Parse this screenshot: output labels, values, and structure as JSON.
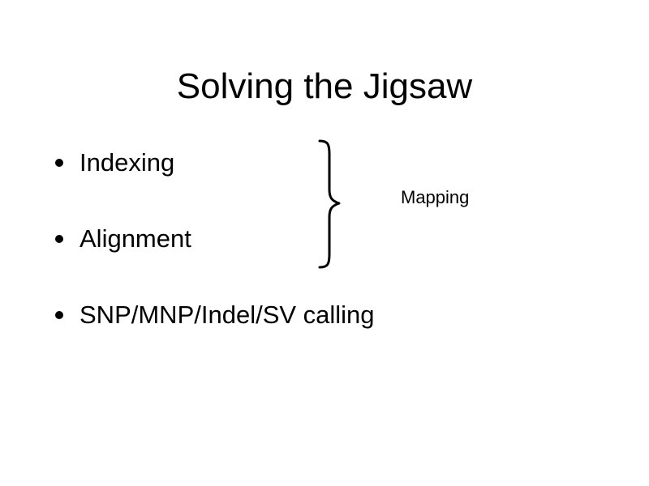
{
  "slide": {
    "title": "Solving the Jigsaw",
    "bullets": [
      {
        "text": "Indexing"
      },
      {
        "text": "Alignment"
      },
      {
        "text": "SNP/MNP/Indel/SV calling"
      }
    ],
    "brace_label": "Mapping",
    "icons": {
      "bullet": "bullet-dot",
      "brace": "right-curly-brace"
    },
    "colors": {
      "background": "#ffffff",
      "text": "#000000"
    }
  }
}
